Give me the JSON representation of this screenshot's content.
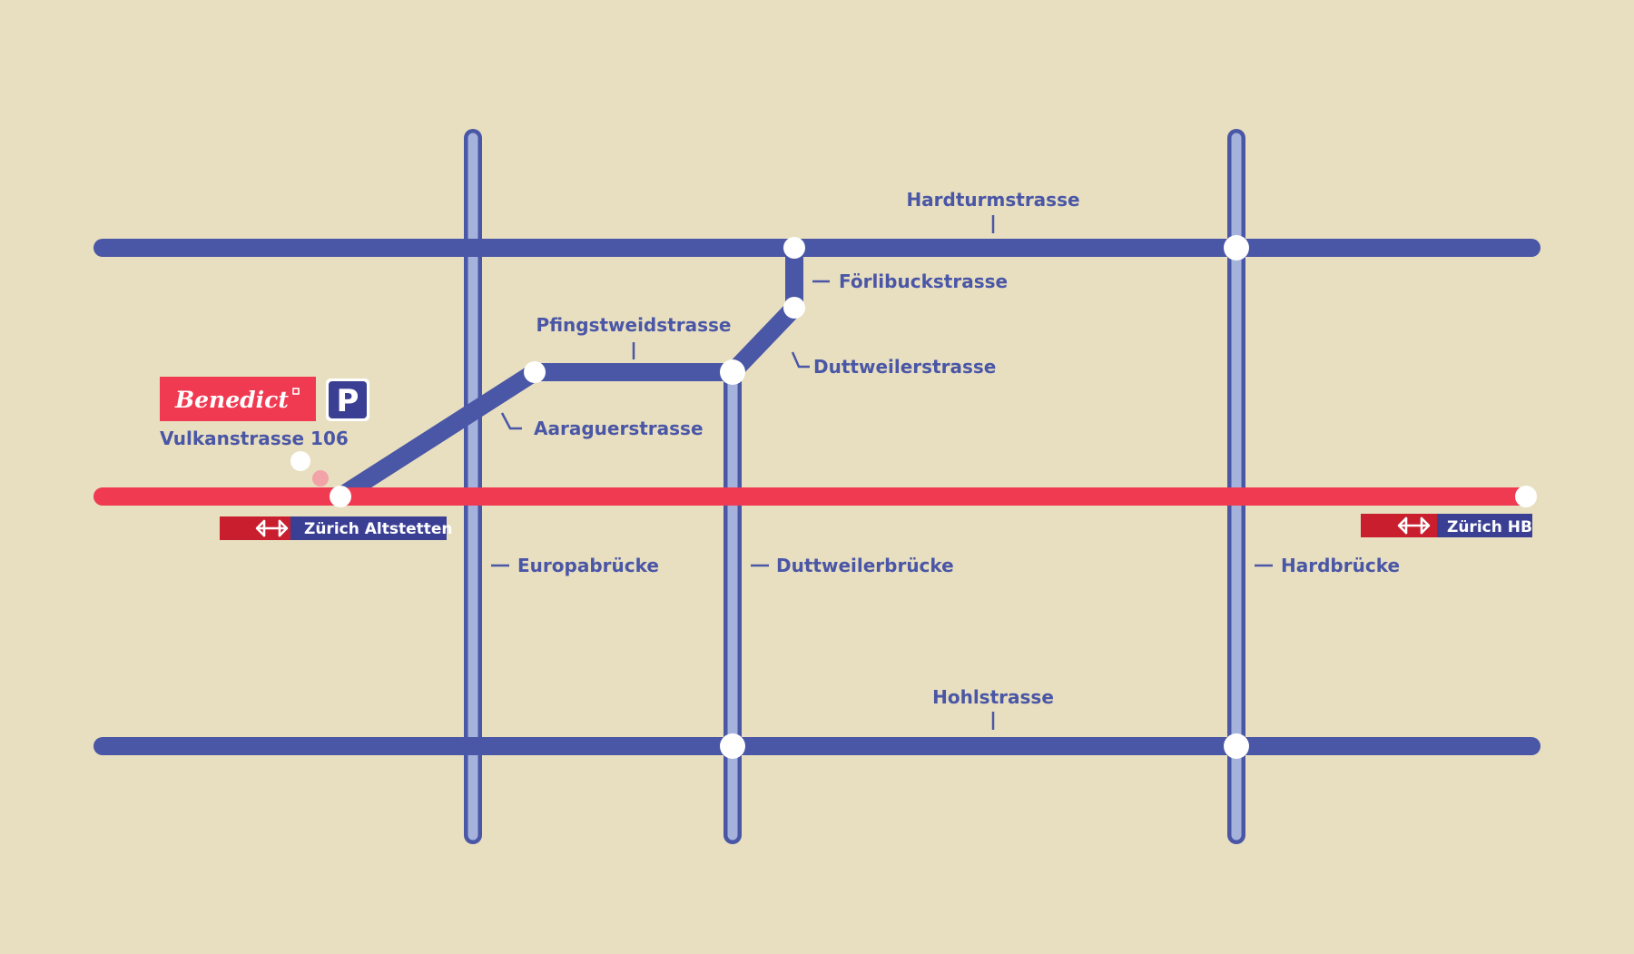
{
  "colors": {
    "background": "#e8dfc0",
    "main_road": "#4a56a6",
    "bridge": "#a4b2dc",
    "rail": "#f03a52",
    "station_red": "#c81e2e",
    "station_blue": "#3b3f94",
    "brand_red": "#f03a52",
    "node": "#ffffff"
  },
  "streets": {
    "hardturm": "Hardturmstrasse",
    "foerlibuck": "Förlibuckstrasse",
    "pfingstweid": "Pfingstweidstrasse",
    "duttweiler_str": "Duttweilerstrasse",
    "aaraguer": "Aaraguerstrasse",
    "hohl": "Hohlstrasse"
  },
  "bridges": {
    "europa": "Europabrücke",
    "duttweiler": "Duttweilerbrücke",
    "hard": "Hardbrücke"
  },
  "destination": {
    "brand": "Benedict",
    "parking_symbol": "P",
    "address": "Vulkanstrasse 106",
    "icons": [
      "brand-logo",
      "parking-icon"
    ]
  },
  "stations": {
    "altstetten": "Zürich Altstetten",
    "hb": "Zürich HB",
    "icon": "sbb-icon"
  }
}
